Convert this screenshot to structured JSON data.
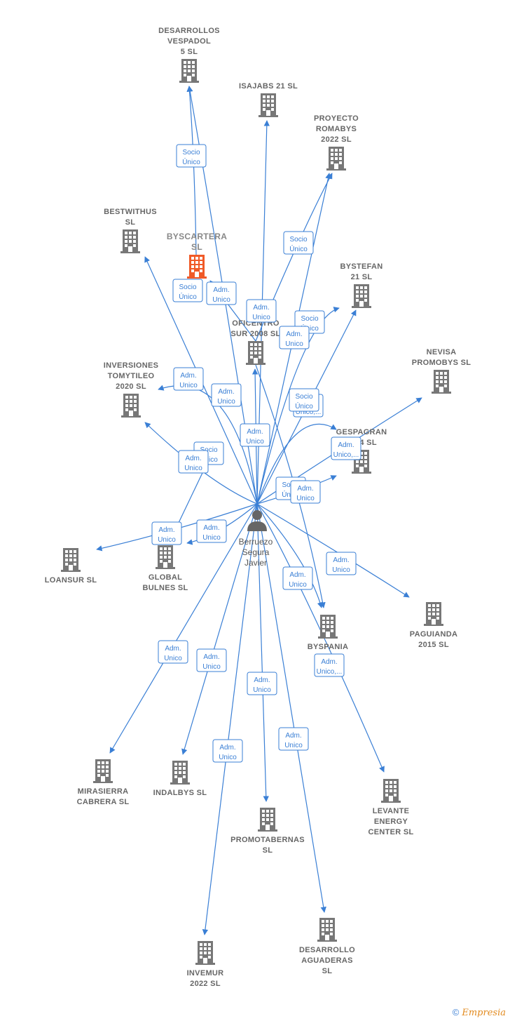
{
  "colors": {
    "edge": "#3a7fd5",
    "building": "#777777",
    "building_highlight": "#f05a28",
    "person": "#666666",
    "label": "#666666"
  },
  "person": {
    "icon": "person-icon",
    "lines": [
      "Berruezo",
      "Segura",
      "Javier"
    ]
  },
  "companies": [
    {
      "id": "desarrollos-vespadol",
      "lines": [
        "DESARROLLOS",
        "VESPADOL",
        "5  SL"
      ]
    },
    {
      "id": "isajabs",
      "lines": [
        "ISAJABS 21  SL"
      ]
    },
    {
      "id": "proyecto-romabys",
      "lines": [
        "PROYECTO",
        "ROMABYS",
        "2022  SL"
      ]
    },
    {
      "id": "bestwithus",
      "lines": [
        "BESTWITHUS",
        "SL"
      ]
    },
    {
      "id": "byscartera",
      "lines": [
        "BYSCARTERA",
        "SL"
      ],
      "highlight": true
    },
    {
      "id": "bystefan",
      "lines": [
        "BYSTEFAN",
        "21  SL"
      ]
    },
    {
      "id": "oficentro",
      "lines": [
        "OFICENTRO",
        "SUR 2008 SL"
      ]
    },
    {
      "id": "inversiones-tomytileo",
      "lines": [
        "INVERSIONES",
        "TOMYTILEO",
        "2020  SL"
      ]
    },
    {
      "id": "nevisa",
      "lines": [
        "NEVISA",
        "PROMOBYS SL"
      ]
    },
    {
      "id": "gespagran",
      "lines": [
        "GESPAGRAN",
        "2014 SL"
      ]
    },
    {
      "id": "loansur",
      "lines": [
        "LOANSUR  SL"
      ]
    },
    {
      "id": "global-bulnes",
      "lines": [
        "GLOBAL",
        "BULNES  SL"
      ]
    },
    {
      "id": "paguianda",
      "lines": [
        "PAGUIANDA",
        "2015 SL"
      ]
    },
    {
      "id": "byspania",
      "lines": [
        "BYSPANIA"
      ]
    },
    {
      "id": "mirasierra",
      "lines": [
        "MIRASIERRA",
        "CABRERA SL"
      ]
    },
    {
      "id": "indalbys",
      "lines": [
        "INDALBYS  SL"
      ]
    },
    {
      "id": "promotabernas",
      "lines": [
        "PROMOTABERNAS",
        "SL"
      ]
    },
    {
      "id": "levante",
      "lines": [
        "LEVANTE",
        "ENERGY",
        "CENTER SL"
      ]
    },
    {
      "id": "invemur",
      "lines": [
        "INVEMUR",
        "2022  SL"
      ]
    },
    {
      "id": "desarrollo-aguaderas",
      "lines": [
        "DESARROLLO",
        "AGUADERAS",
        "SL"
      ]
    }
  ],
  "badges": [
    {
      "lines": [
        "Socio",
        "Único"
      ]
    },
    {
      "lines": [
        "Socio",
        "Único"
      ]
    },
    {
      "lines": [
        "Socio",
        "Único"
      ]
    },
    {
      "lines": [
        "Adm.",
        "Unico"
      ]
    },
    {
      "lines": [
        "Adm.",
        "Unico"
      ]
    },
    {
      "lines": [
        "Socio",
        "Único"
      ]
    },
    {
      "lines": [
        "Adm.",
        "Unico"
      ]
    },
    {
      "lines": [
        "Adm.",
        "Unico"
      ]
    },
    {
      "lines": [
        "Adm.",
        "Unico"
      ]
    },
    {
      "lines": [
        "Socio",
        "Único"
      ]
    },
    {
      "lines": [
        "Adm.",
        "Unico"
      ]
    },
    {
      "lines": [
        "Adm.",
        "Unico,..."
      ]
    },
    {
      "lines": [
        "Adm.",
        "Unico,..."
      ]
    },
    {
      "lines": [
        "Adm.",
        "Unico"
      ]
    },
    {
      "lines": [
        "Socio",
        "Único"
      ]
    },
    {
      "lines": [
        "Adm.",
        "Unico"
      ]
    },
    {
      "lines": [
        "Socio",
        "Único"
      ]
    },
    {
      "lines": [
        "Adm.",
        "Unico"
      ]
    },
    {
      "lines": [
        "Adm.",
        "Unico"
      ]
    },
    {
      "lines": [
        "Adm.",
        "Unico"
      ]
    },
    {
      "lines": [
        "Adm.",
        "Unico,..."
      ]
    },
    {
      "lines": [
        "Adm.",
        "Unico"
      ]
    },
    {
      "lines": [
        "Adm.",
        "Unico"
      ]
    },
    {
      "lines": [
        "Adm.",
        "Unico"
      ]
    },
    {
      "lines": [
        "Adm.",
        "Unico"
      ]
    },
    {
      "lines": [
        "Adm.",
        "Unico"
      ]
    },
    {
      "lines": [
        "Adm.",
        "Unico"
      ]
    }
  ],
  "footer": {
    "copyright": "©",
    "brand": "Empresia"
  }
}
